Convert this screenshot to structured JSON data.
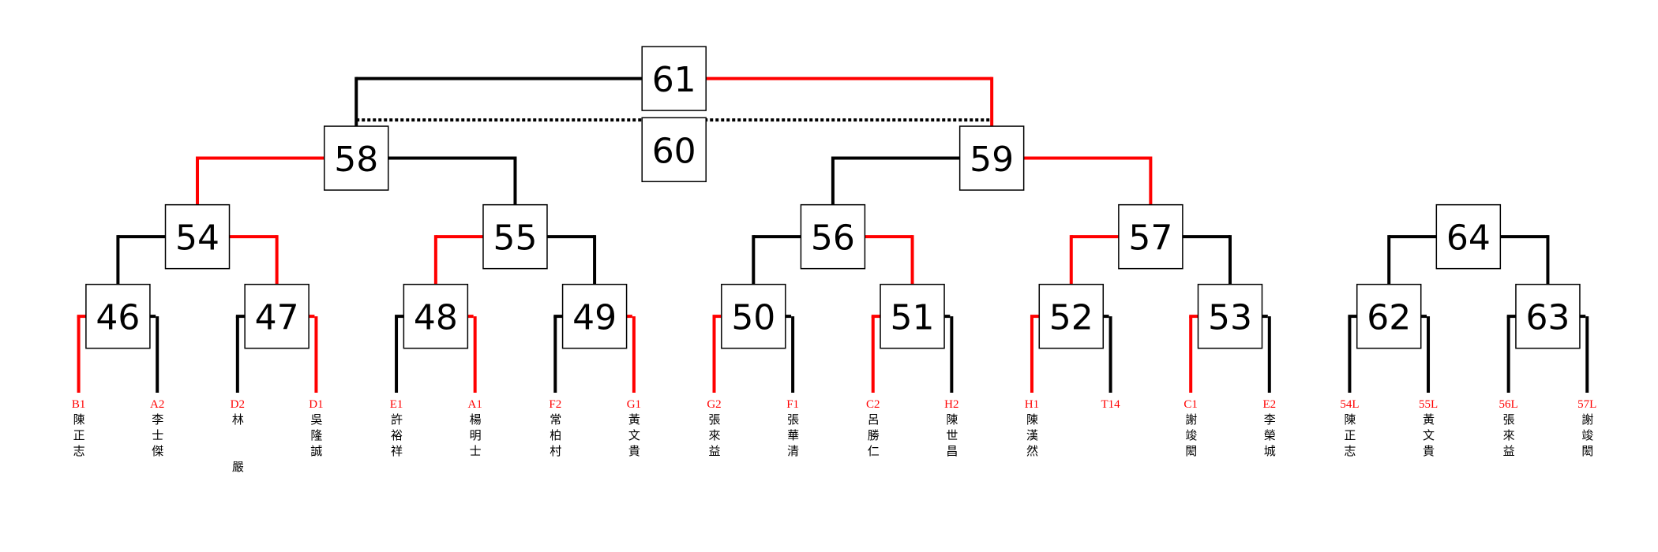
{
  "colors": {
    "win": "#ff0000",
    "line": "#000000",
    "code": "#ff0000"
  },
  "leaf_matches": [
    {
      "number": "46",
      "red": "left",
      "entrants": [
        {
          "code": "B1",
          "name": "陳正志",
          "red": true
        },
        {
          "code": "A2",
          "name": "李士傑",
          "red": false
        }
      ]
    },
    {
      "number": "47",
      "red": "right",
      "entrants": [
        {
          "code": "D2",
          "name": "林　　嚴",
          "red": false
        },
        {
          "code": "D1",
          "name": "吳隆誠",
          "red": true
        }
      ]
    },
    {
      "number": "48",
      "red": "right",
      "entrants": [
        {
          "code": "E1",
          "name": "許裕祥",
          "red": false
        },
        {
          "code": "A1",
          "name": "楊明士",
          "red": true
        }
      ]
    },
    {
      "number": "49",
      "red": "right",
      "entrants": [
        {
          "code": "F2",
          "name": "常柏村",
          "red": false
        },
        {
          "code": "G1",
          "name": "黃文貴",
          "red": true
        }
      ]
    },
    {
      "number": "50",
      "red": "left",
      "entrants": [
        {
          "code": "G2",
          "name": "張來益",
          "red": true
        },
        {
          "code": "F1",
          "name": "張華清",
          "red": false
        }
      ]
    },
    {
      "number": "51",
      "red": "left",
      "entrants": [
        {
          "code": "C2",
          "name": "呂勝仁",
          "red": true
        },
        {
          "code": "H2",
          "name": "陳世昌",
          "red": false
        }
      ]
    },
    {
      "number": "52",
      "red": "left",
      "entrants": [
        {
          "code": "H1",
          "name": "陳漢然",
          "red": true
        },
        {
          "code": "T14",
          "name": "",
          "red": false
        }
      ]
    },
    {
      "number": "53",
      "red": "left",
      "entrants": [
        {
          "code": "C1",
          "name": "謝竣閎",
          "red": true
        },
        {
          "code": "E2",
          "name": "李榮城",
          "red": false
        }
      ]
    },
    {
      "number": "62",
      "red": "none",
      "entrants": [
        {
          "code": "54L",
          "name": "陳正志",
          "red": false
        },
        {
          "code": "55L",
          "name": "黃文貴",
          "red": false
        }
      ]
    },
    {
      "number": "63",
      "red": "none",
      "entrants": [
        {
          "code": "56L",
          "name": "張來益",
          "red": false
        },
        {
          "code": "57L",
          "name": "謝竣閎",
          "red": false
        }
      ]
    }
  ],
  "round2": [
    {
      "number": "54",
      "red": "right"
    },
    {
      "number": "55",
      "red": "left"
    },
    {
      "number": "56",
      "red": "right"
    },
    {
      "number": "57",
      "red": "left"
    },
    {
      "number": "64",
      "red": "none"
    }
  ],
  "round3": [
    {
      "number": "58",
      "red": "left"
    },
    {
      "number": "59",
      "red": "right"
    }
  ],
  "final": {
    "number": "61",
    "red": "right"
  },
  "rematch": {
    "number": "60"
  }
}
